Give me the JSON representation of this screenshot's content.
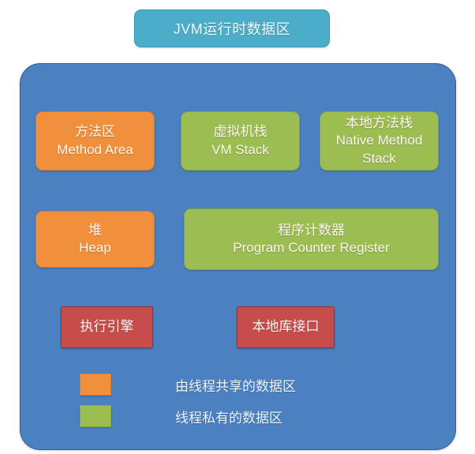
{
  "diagram": {
    "title": "JVM运行时数据区",
    "colors": {
      "title_box": "#4badc9",
      "panel": "#4b81c1",
      "shared": "#f0903d",
      "private": "#9cbd52",
      "engine": "#c64d4c",
      "text": "#fdf6ee"
    },
    "rows": {
      "row1": [
        {
          "cn": "方法区",
          "en": "Method Area",
          "kind": "shared"
        },
        {
          "cn": "虚拟机栈",
          "en": "VM Stack",
          "kind": "private"
        },
        {
          "cn": "本地方法栈",
          "en": "Native Method Stack",
          "kind": "private"
        }
      ],
      "row2": [
        {
          "cn": "堆",
          "en": "Heap",
          "kind": "shared"
        },
        {
          "cn": "程序计数器",
          "en": "Program Counter Register",
          "kind": "private"
        }
      ],
      "row3": [
        {
          "cn": "执行引擎",
          "kind": "engine"
        },
        {
          "cn": "本地库接口",
          "kind": "engine"
        }
      ]
    },
    "legend": [
      {
        "swatch": "shared",
        "label": "由线程共享的数据区"
      },
      {
        "swatch": "private",
        "label": "线程私有的数据区"
      }
    ],
    "watermark": ""
  }
}
